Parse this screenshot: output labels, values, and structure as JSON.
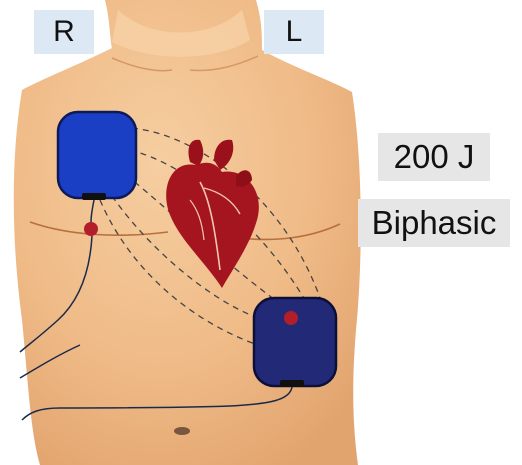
{
  "labels": {
    "right_side": "R",
    "left_side": "L",
    "energy": "200 J",
    "mode": "Biphasic"
  },
  "colors": {
    "skin": "#efbb88",
    "pad_upper": "#1a3fc4",
    "pad_lower": "#222a78",
    "heart": "#a5151f",
    "electrode_dot": "#b21f2b",
    "label_box_sides": "#dce9f4",
    "label_box_info": "#e6e6e6"
  },
  "icons": {
    "upper_pad": "electrode-pad",
    "lower_pad": "electrode-pad",
    "heart": "heart"
  }
}
